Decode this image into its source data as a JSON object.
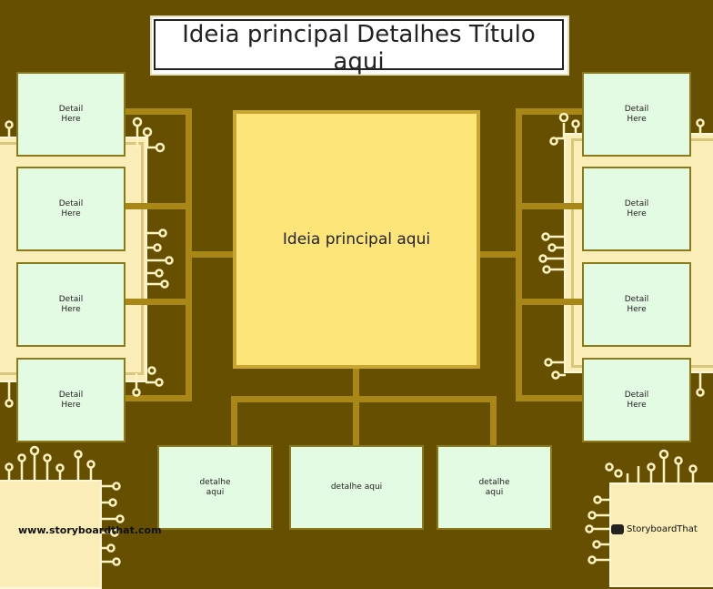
{
  "title": "Ideia principal Detalhes Título\naqui",
  "main_idea": "Ideia principal aqui",
  "left_details": [
    "Detail\nHere",
    "Detail\nHere",
    "Detail\nHere",
    "Detail\nHere"
  ],
  "right_details": [
    "Detail\nHere",
    "Detail\nHere",
    "Detail\nHere",
    "Detail\nHere"
  ],
  "bottom_details": [
    "detalhe\naqui",
    "detalhe aqui",
    "detalhe\naqui"
  ],
  "footer": {
    "website": "www.storyboardthat.com",
    "brand": "StoryboardThat"
  },
  "colors": {
    "background": "#665000",
    "wire": "#a88716",
    "box": "#e3fbe3",
    "main": "#fde57a",
    "cream": "#faedb8"
  }
}
